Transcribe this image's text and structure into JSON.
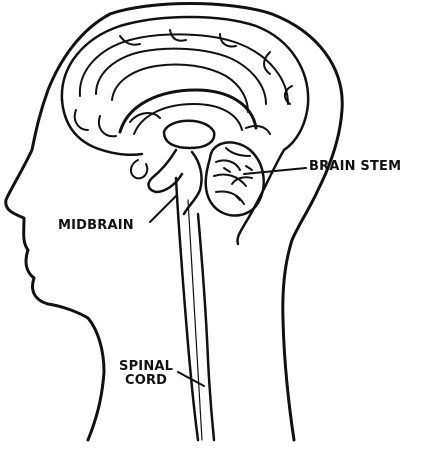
{
  "labels": {
    "brain_stem": "BRAIN STEM",
    "midbrain": "MIDBRAIN",
    "spinal_line1": "SPINAL",
    "spinal_line2": "CORD"
  },
  "colors": {
    "ink": "#111111",
    "background": "#ffffff"
  }
}
